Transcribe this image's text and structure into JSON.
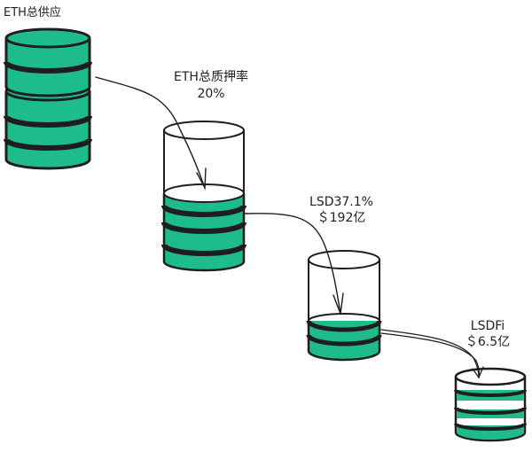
{
  "colors": {
    "fill": "#1fbc8b",
    "stroke": "#1e1e1e",
    "background": "#ffffff"
  },
  "labels": {
    "eth_supply": "ETH总供应",
    "eth_staking_title": "ETH总质押率",
    "eth_staking_value": "20%",
    "lsd_title": "LSD37.1%",
    "lsd_value": "＄192亿",
    "lsdfi_title": "LSDFi",
    "lsdfi_value": "＄6.5亿"
  }
}
